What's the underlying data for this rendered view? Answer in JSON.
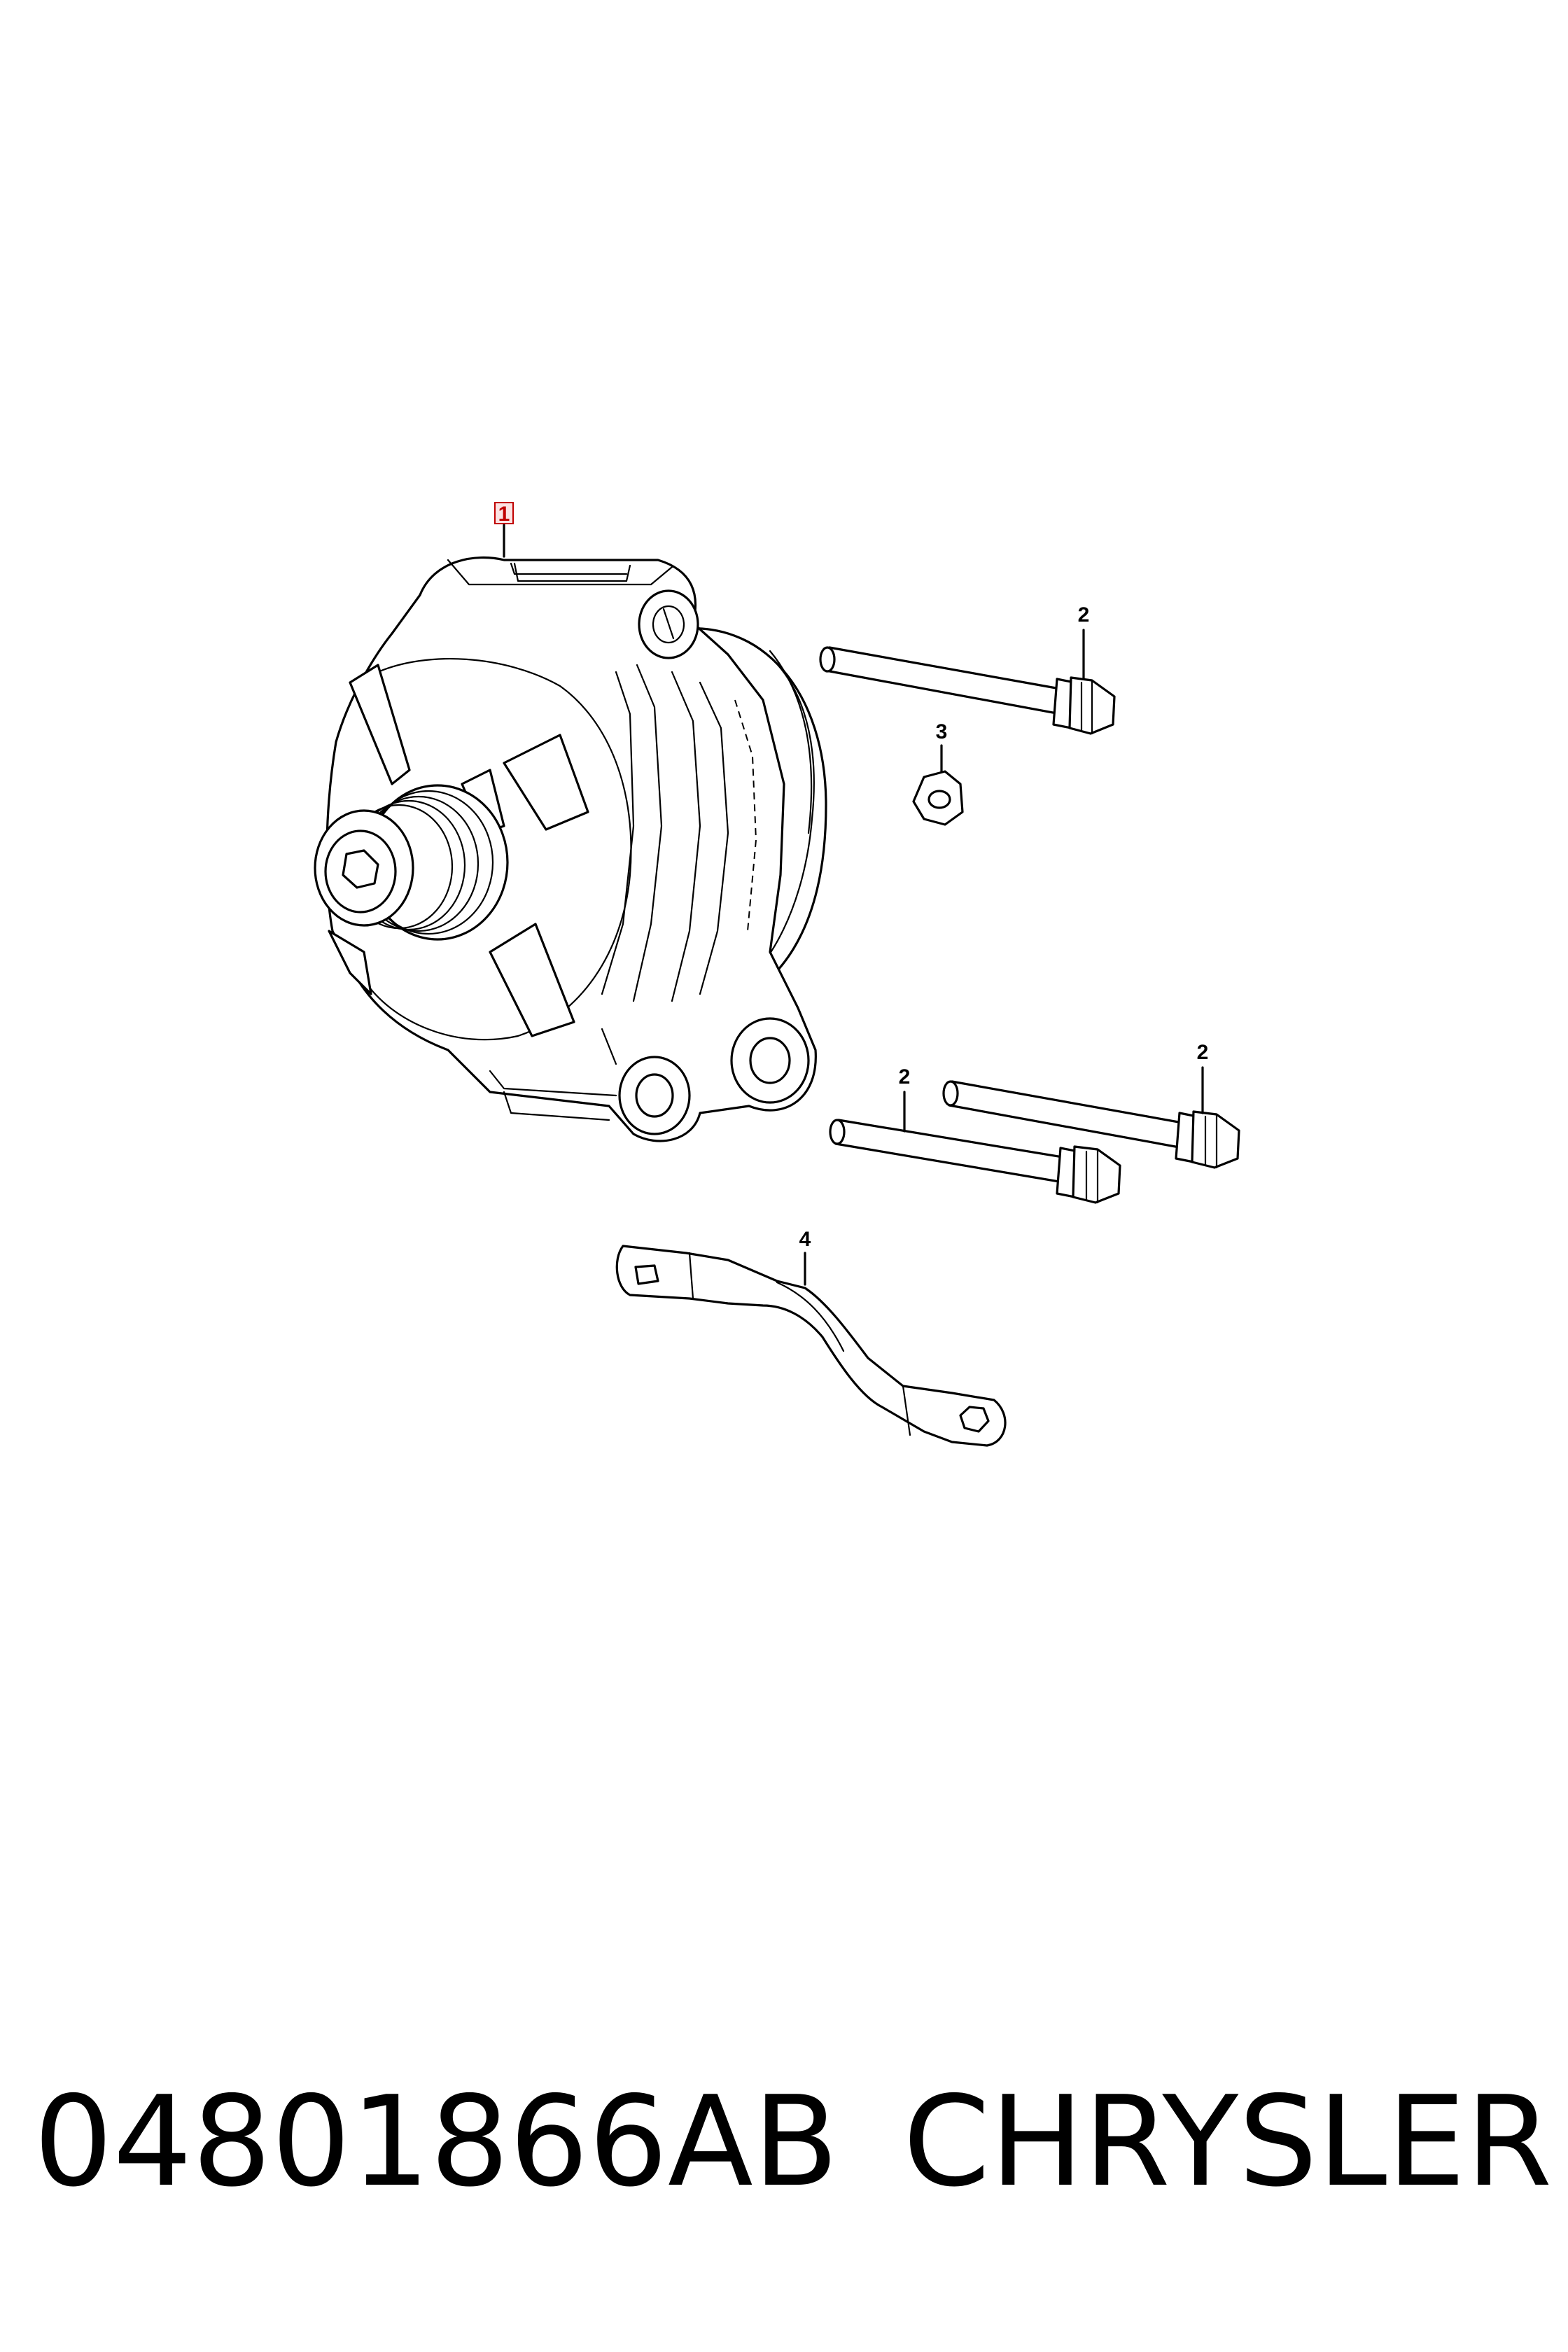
{
  "diagram": {
    "callouts": {
      "alternator": "1",
      "bolt_upper": "2",
      "nut": "3",
      "bolt_lower_left": "2",
      "bolt_lower_right": "2",
      "bracket": "4"
    },
    "callout_1_color": "#c00000"
  },
  "caption": {
    "part_number": "04801866AB",
    "brand": "CHRYSLER"
  }
}
